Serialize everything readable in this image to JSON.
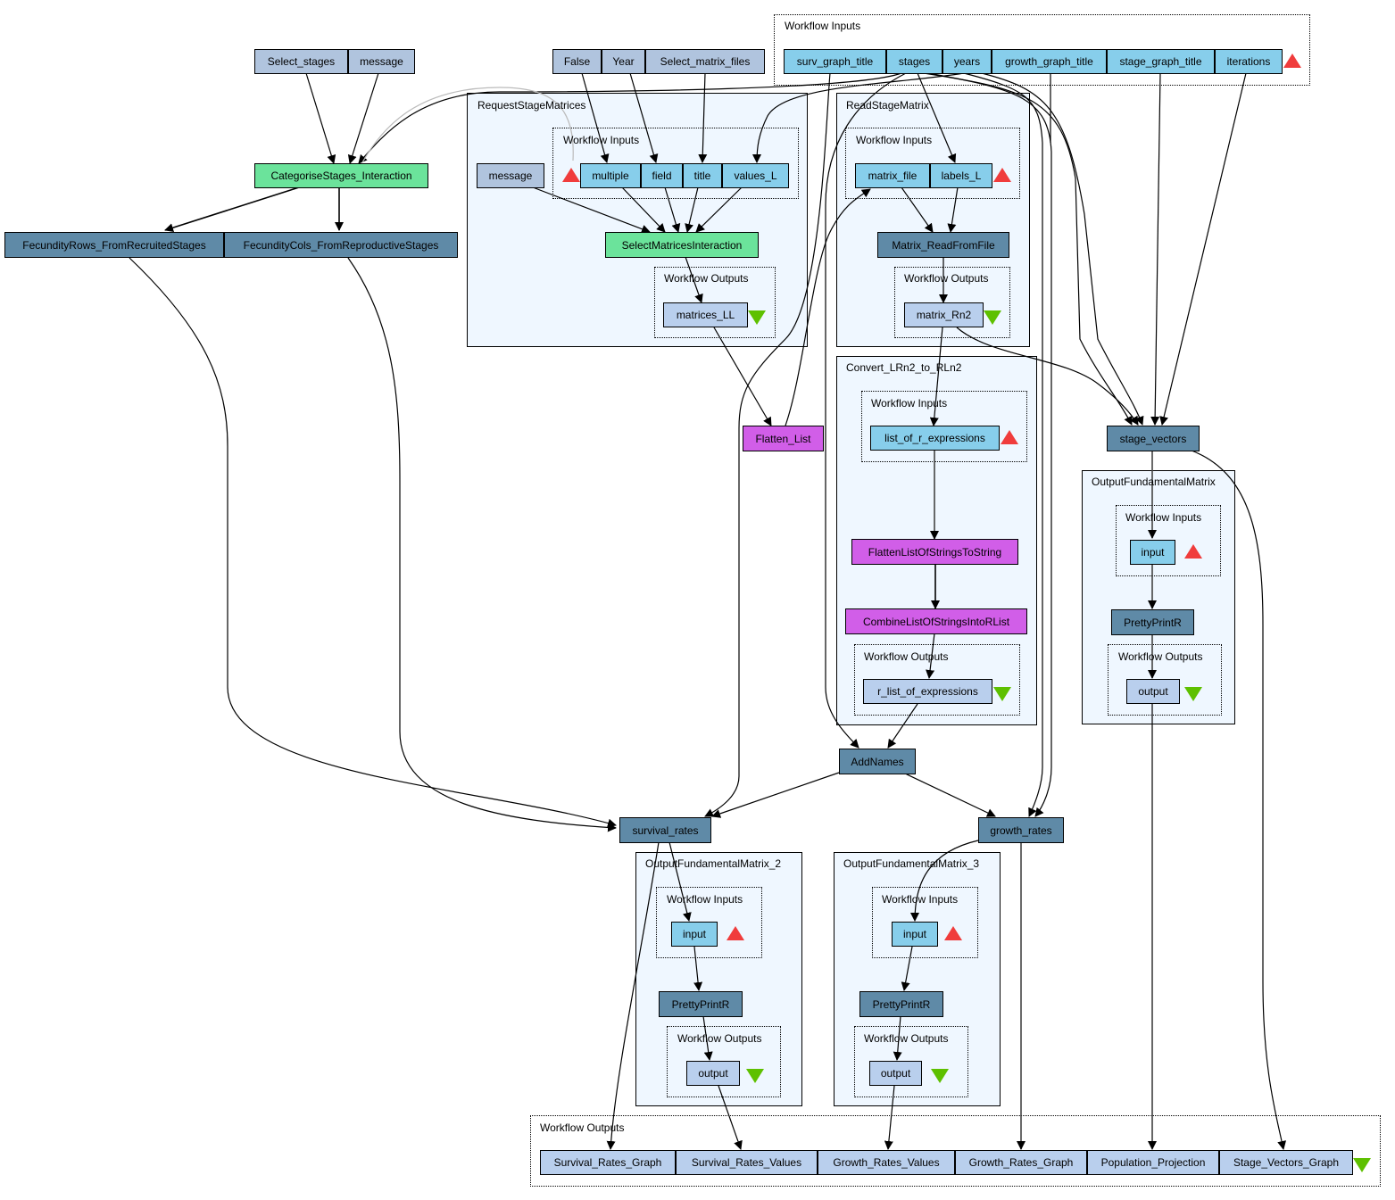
{
  "top_inputs": {
    "label": "Workflow Inputs",
    "ports": [
      "surv_graph_title",
      "stages",
      "years",
      "growth_graph_title",
      "stage_graph_title",
      "iterations"
    ]
  },
  "constants": {
    "select_stages": "Select_stages",
    "message": "message",
    "false": "False",
    "year": "Year",
    "select_matrix_files": "Select_matrix_files"
  },
  "processors": {
    "categorise": "CategoriseStages_Interaction",
    "fec_rows": "FecundityRows_FromRecruitedStages",
    "fec_cols": "FecundityCols_FromReproductiveStages",
    "flatten_list": "Flatten_List",
    "add_names": "AddNames",
    "survival_rates": "survival_rates",
    "growth_rates": "growth_rates",
    "stage_vectors": "stage_vectors"
  },
  "request_stage_matrices": {
    "title": "RequestStageMatrices",
    "inputs_label": "Workflow Inputs",
    "message": "message",
    "ports": [
      "multiple",
      "field",
      "title",
      "values_L"
    ],
    "processor": "SelectMatricesInteraction",
    "outputs_label": "Workflow Outputs",
    "output": "matrices_LL"
  },
  "read_stage_matrix": {
    "title": "ReadStageMatrix",
    "inputs_label": "Workflow Inputs",
    "ports": [
      "matrix_file",
      "labels_L"
    ],
    "processor": "Matrix_ReadFromFile",
    "outputs_label": "Workflow Outputs",
    "output": "matrix_Rn2"
  },
  "convert": {
    "title": "Convert_LRn2_to_RLn2",
    "inputs_label": "Workflow Inputs",
    "input": "list_of_r_expressions",
    "proc1": "FlattenListOfStringsToString",
    "proc2": "CombineListOfStringsIntoRList",
    "outputs_label": "Workflow Outputs",
    "output": "r_list_of_expressions"
  },
  "ofm": {
    "title": "OutputFundamentalMatrix",
    "inputs_label": "Workflow Inputs",
    "input": "input",
    "processor": "PrettyPrintR",
    "outputs_label": "Workflow Outputs",
    "output": "output"
  },
  "ofm2": {
    "title": "OutputFundamentalMatrix_2",
    "inputs_label": "Workflow Inputs",
    "input": "input",
    "processor": "PrettyPrintR",
    "outputs_label": "Workflow Outputs",
    "output": "output"
  },
  "ofm3": {
    "title": "OutputFundamentalMatrix_3",
    "inputs_label": "Workflow Inputs",
    "input": "input",
    "processor": "PrettyPrintR",
    "outputs_label": "Workflow Outputs",
    "output": "output"
  },
  "bottom_outputs": {
    "label": "Workflow Outputs",
    "ports": [
      "Survival_Rates_Graph",
      "Survival_Rates_Values",
      "Growth_Rates_Values",
      "Growth_Rates_Graph",
      "Population_Projection",
      "Stage_Vectors_Graph"
    ]
  },
  "colors": {
    "input_port": "#87ceeb",
    "output_port": "#b9cfed",
    "constant": "#b0c4de",
    "processor": "#5f8aa7",
    "interaction": "#6be39b",
    "local_worker": "#d15ee8",
    "cluster_bg": "#eff7ff",
    "input_marker": "#f03c3c",
    "output_marker": "#5ec000"
  }
}
